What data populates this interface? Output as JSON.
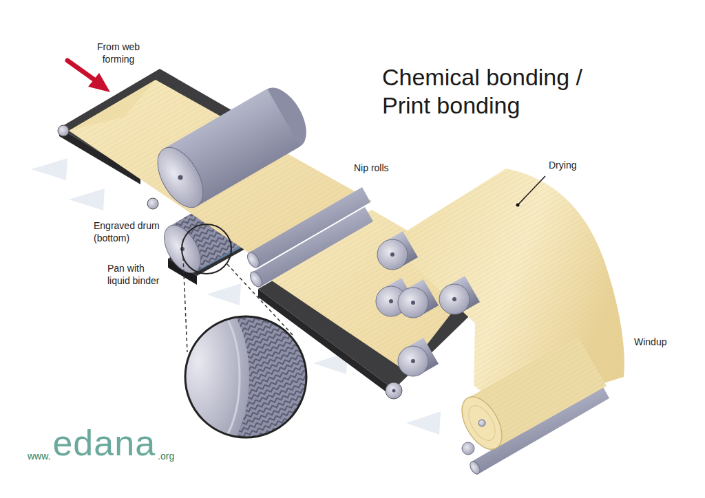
{
  "diagram": {
    "title": "Chemical bonding / Print bonding",
    "labels": [
      "From web forming",
      "Nip rolls",
      "Drying",
      "Engraved drum (bottom)",
      "Pan with liquid binder",
      "Windup",
      "www.",
      "edana",
      ".org"
    ]
  }
}
